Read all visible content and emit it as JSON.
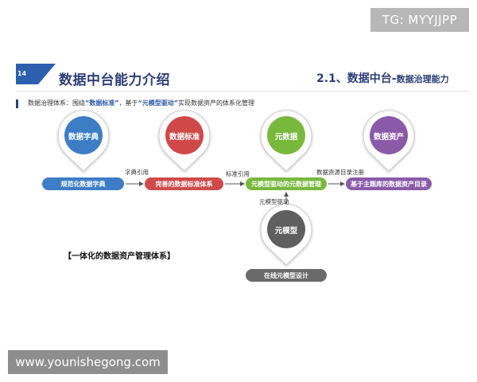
{
  "watermark_tg": "TG: MYYJJPP",
  "watermark_site": "www.younishegong.com",
  "header": {
    "page_number": "14",
    "title": "数据中台能力介绍",
    "section_main": "2.1、数据中台-",
    "section_sub": "数据治理能力"
  },
  "description": {
    "part1": "数据治理体系：围绕",
    "highlight1": "“数据标准”",
    "part2": "，基于",
    "highlight2": "“元模型驱动”",
    "part3": "实现数据资产的体系化管理"
  },
  "pins": [
    {
      "label": "数据字典",
      "color": "#3d7dc6"
    },
    {
      "label": "数据标准",
      "color": "#cf4a4a"
    },
    {
      "label": "元数据",
      "color": "#78b83c"
    },
    {
      "label": "数据资产",
      "color": "#8a5aa8"
    },
    {
      "label": "元模型",
      "color": "#5f5f5f"
    }
  ],
  "boxes": [
    {
      "label": "规范化数据字典",
      "color": "#3d7dc6"
    },
    {
      "label": "完善的数据标准体系",
      "color": "#cf4a4a"
    },
    {
      "label": "元模型驱动的元数据管理",
      "color": "#78b83c"
    },
    {
      "label": "基于主题库的数据资产目录",
      "color": "#8a5aa8"
    },
    {
      "label": "在线元模型设计",
      "color": "#6a6a6a"
    }
  ],
  "arrow_labels": {
    "dict_ref": "字典引用",
    "std_ref": "标准引用",
    "catalog_reg": "数据资源目录注册",
    "model_drive": "元模型驱动"
  },
  "system_title": "【一体化的数据资产管理体系】"
}
